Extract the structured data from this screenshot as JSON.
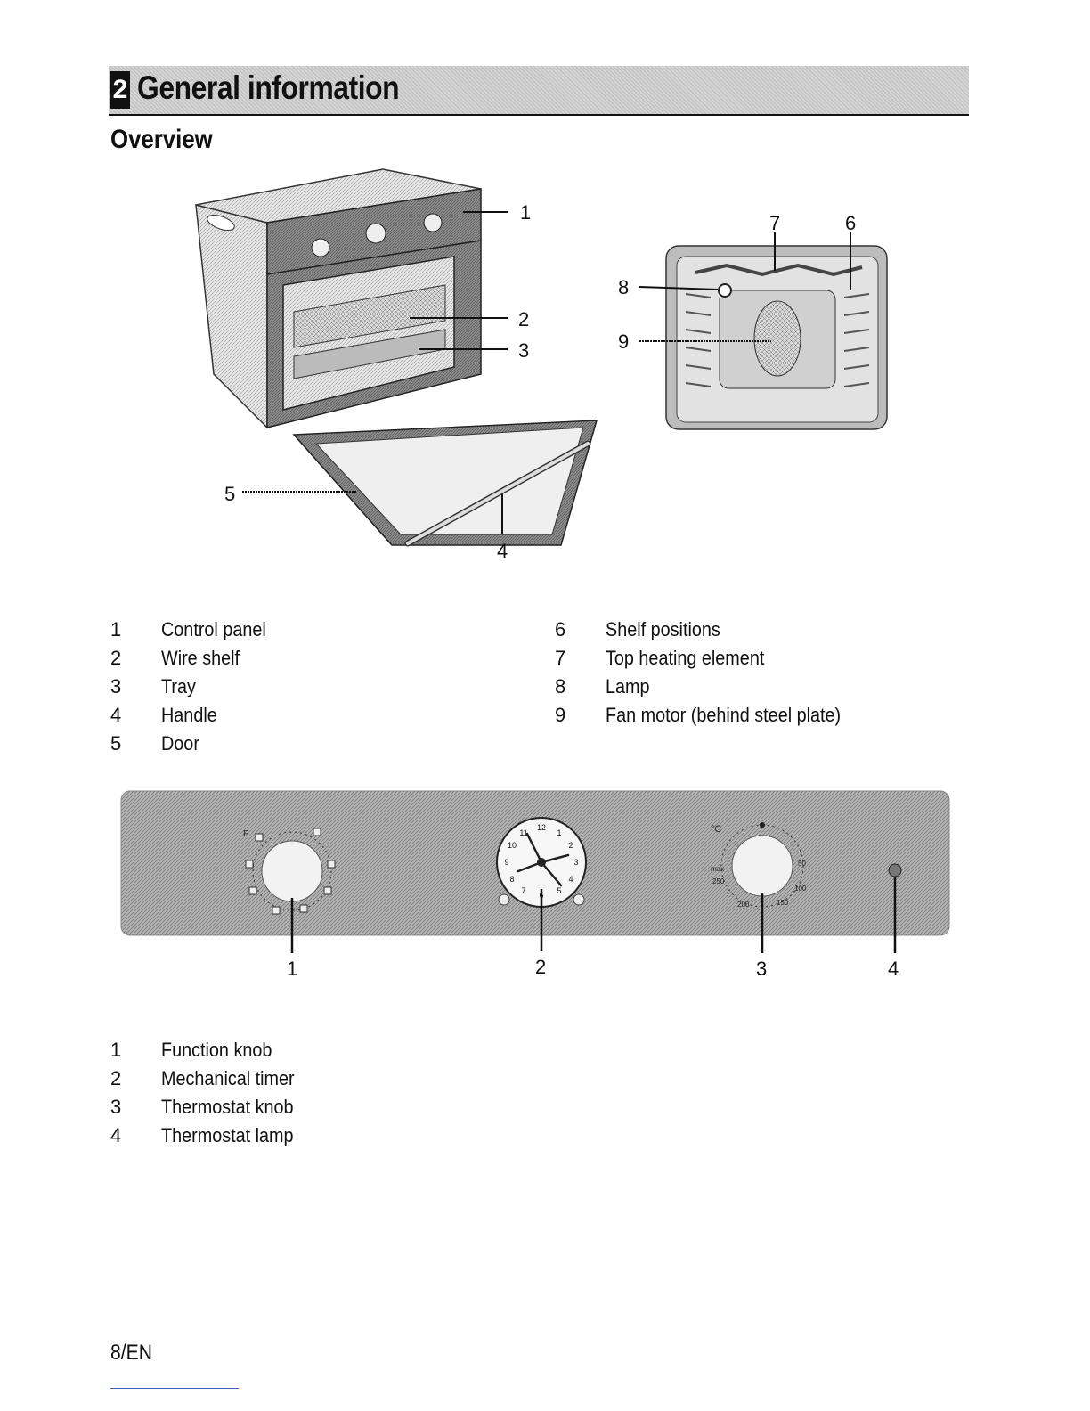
{
  "section": {
    "number": "2",
    "title": "General information"
  },
  "subheading": "Overview",
  "oven_callouts": [
    "1",
    "2",
    "3",
    "4",
    "5"
  ],
  "cavity_callouts": [
    "6",
    "7",
    "8",
    "9"
  ],
  "oven_legend": [
    {
      "num": "1",
      "text": "Control panel"
    },
    {
      "num": "2",
      "text": "Wire shelf"
    },
    {
      "num": "3",
      "text": "Tray"
    },
    {
      "num": "4",
      "text": "Handle"
    },
    {
      "num": "5",
      "text": "Door"
    },
    {
      "num": "6",
      "text": "Shelf positions"
    },
    {
      "num": "7",
      "text": "Top heating element"
    },
    {
      "num": "8",
      "text": "Lamp"
    },
    {
      "num": "9",
      "text": "Fan motor (behind steel plate)"
    }
  ],
  "panel_callouts": [
    "1",
    "2",
    "3",
    "4"
  ],
  "panel_marks": {
    "function_knob": "P",
    "thermostat_unit": "°C",
    "thermostat_scale": [
      "max",
      "250",
      "200",
      "150",
      "100",
      "50"
    ],
    "timer_numbers": [
      "12",
      "1",
      "2",
      "3",
      "4",
      "5",
      "6",
      "7",
      "8",
      "9",
      "10",
      "11"
    ]
  },
  "panel_legend": [
    {
      "num": "1",
      "text": "Function knob"
    },
    {
      "num": "2",
      "text": "Mechanical timer"
    },
    {
      "num": "3",
      "text": "Thermostat knob"
    },
    {
      "num": "4",
      "text": "Thermostat lamp"
    }
  ],
  "footer": "8/EN"
}
